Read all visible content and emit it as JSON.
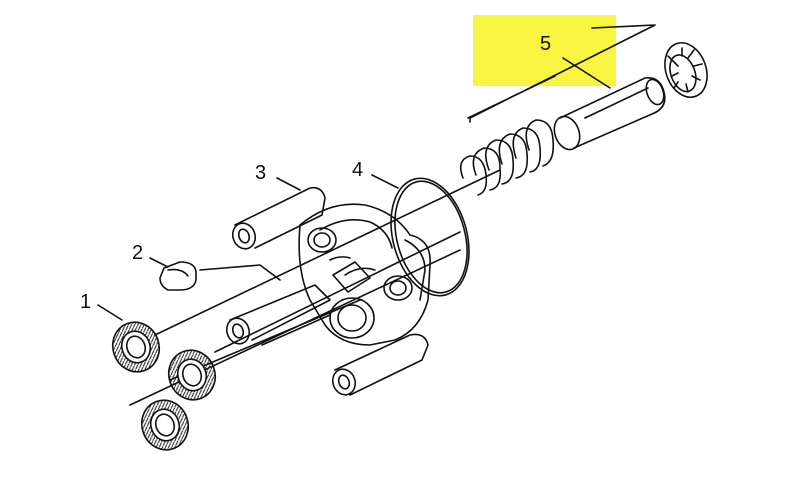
{
  "diagram": {
    "highlight_color": "#f7f542",
    "line_color": "#111111",
    "callouts": [
      "1",
      "2",
      "3",
      "4",
      "5"
    ],
    "highlighted_callout": "5"
  }
}
